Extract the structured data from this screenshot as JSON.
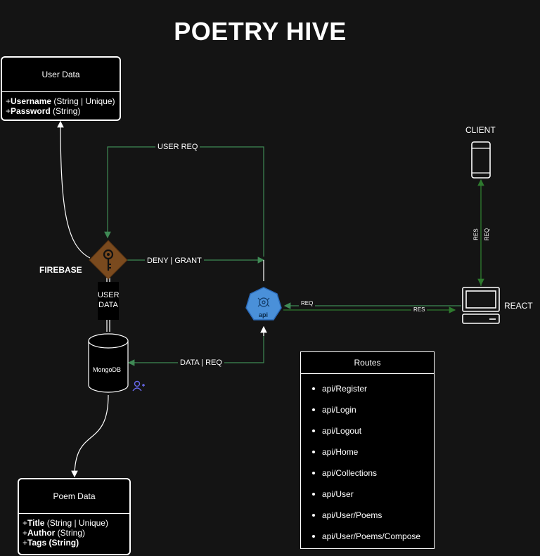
{
  "title": "POETRY HIVE",
  "user_data": {
    "header": "User Data",
    "fields": [
      {
        "prefix": "+",
        "name": "Username",
        "type": " (String | Unique)"
      },
      {
        "prefix": "+",
        "name": "Password",
        "type": " (String)"
      }
    ]
  },
  "poem_data": {
    "header": "Poem Data",
    "fields": [
      {
        "prefix": "+",
        "name": "Title",
        "type": " (String | Unique)"
      },
      {
        "prefix": "+",
        "name": "Author",
        "type": " (String)"
      },
      {
        "prefix": "+",
        "name": "Tags (String)",
        "type": ""
      }
    ]
  },
  "nodes": {
    "firebase": "FIREBASE",
    "mongodb": "MongoDB",
    "api": "api",
    "client": "CLIENT",
    "react": "REACT"
  },
  "edge_labels": {
    "user_req": "USER REQ",
    "deny_grant": "DENY | GRANT",
    "user_data_line1": "USER",
    "user_data_line2": "DATA",
    "data_req": "DATA | REQ",
    "req_api": "REQ",
    "res_api": "RES",
    "res_client": "RES",
    "req_client": "REQ"
  },
  "routes": {
    "header": "Routes",
    "items": [
      "api/Register",
      "api/Login",
      "api/Logout",
      "api/Home",
      "api/Collections",
      "api/User",
      "api/User/Poems",
      "api/User/Poems/Compose"
    ]
  },
  "colors": {
    "background": "#141414",
    "green_edge": "#4a8a5a",
    "firebase_diamond": "#7a4a1e",
    "api_blue": "#4a90d9",
    "user_add_icon": "#6a6af0"
  }
}
